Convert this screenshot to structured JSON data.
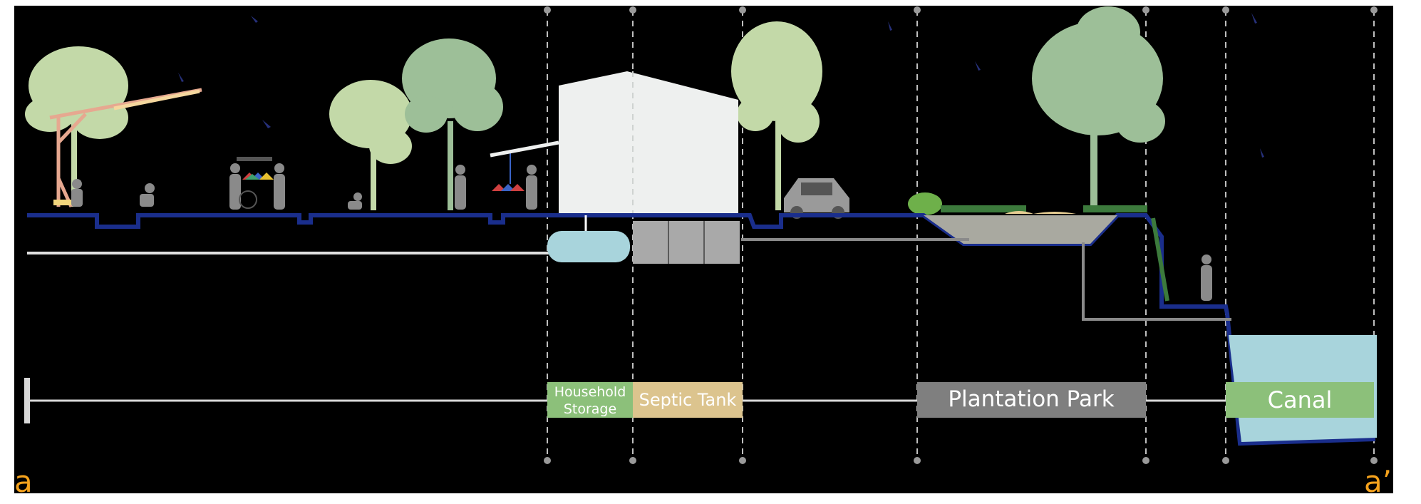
{
  "labels": {
    "household_storage_line1": "Household",
    "household_storage_line2": "Storage",
    "septic_tank": "Septic Tank",
    "plantation_park": "Plantation Park",
    "canal": "Canal"
  },
  "section_markers": {
    "start": "a",
    "end": "a’"
  },
  "colors": {
    "background": "#000000",
    "ground_line": "#1a2e8c",
    "water": "#a8d4dc",
    "household_storage_box": "#8cc07a",
    "septic_tank_box": "#dcc48e",
    "plantation_park_box": "#7f7f7f",
    "canal_box": "#8cc07a",
    "marker": "#f5a21c",
    "tree_light": "#c3d9a8",
    "tree_mid": "#9dbf98",
    "building": "#eef0ef"
  }
}
